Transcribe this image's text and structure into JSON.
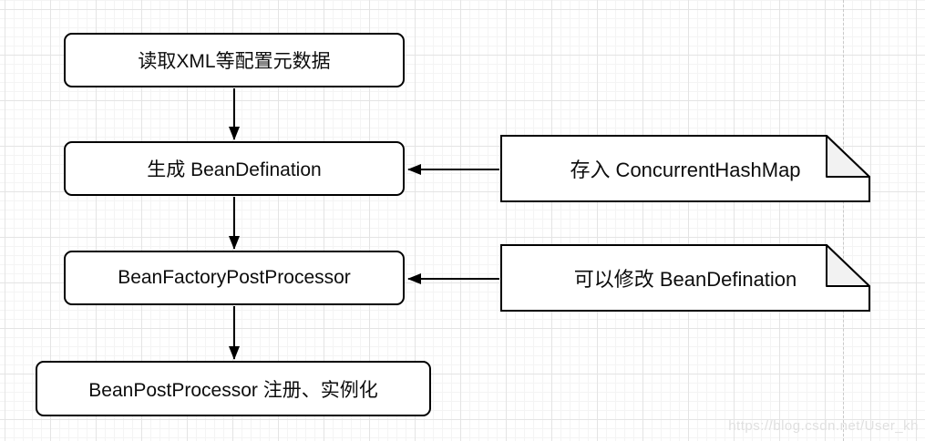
{
  "diagram": {
    "title_hint": "Spring bean lifecycle flowchart",
    "nodes": [
      {
        "id": "read-config",
        "label": "读取XML等配置元数据"
      },
      {
        "id": "gen-beandefination",
        "label": "生成 BeanDefination"
      },
      {
        "id": "bean-factory-post-processor",
        "label": "BeanFactoryPostProcessor"
      },
      {
        "id": "bean-post-processor",
        "label": "BeanPostProcessor 注册、实例化"
      }
    ],
    "notes": [
      {
        "id": "store-concurrenthashmap",
        "label": "存入 ConcurrentHashMap"
      },
      {
        "id": "modify-beandefination",
        "label": "可以修改 BeanDefination"
      }
    ],
    "edges": [
      {
        "from": "read-config",
        "to": "gen-beandefination"
      },
      {
        "from": "gen-beandefination",
        "to": "bean-factory-post-processor"
      },
      {
        "from": "bean-factory-post-processor",
        "to": "bean-post-processor"
      },
      {
        "from": "store-concurrenthashmap",
        "to": "gen-beandefination"
      },
      {
        "from": "modify-beandefination",
        "to": "bean-factory-post-processor"
      }
    ]
  },
  "watermark": {
    "text": "https://blog.csdn.net/User_kh"
  },
  "colors": {
    "background": "#ffffff",
    "grid_minor": "#f4f4f4",
    "grid_major": "#e4e4e4",
    "shape_stroke": "#000000",
    "shape_fill": "#ffffff",
    "note_fold_fill": "#f2f2f2",
    "text": "#0d0d0d",
    "page_divider": "#c9c9c9",
    "watermark": "#e0e0e0"
  }
}
